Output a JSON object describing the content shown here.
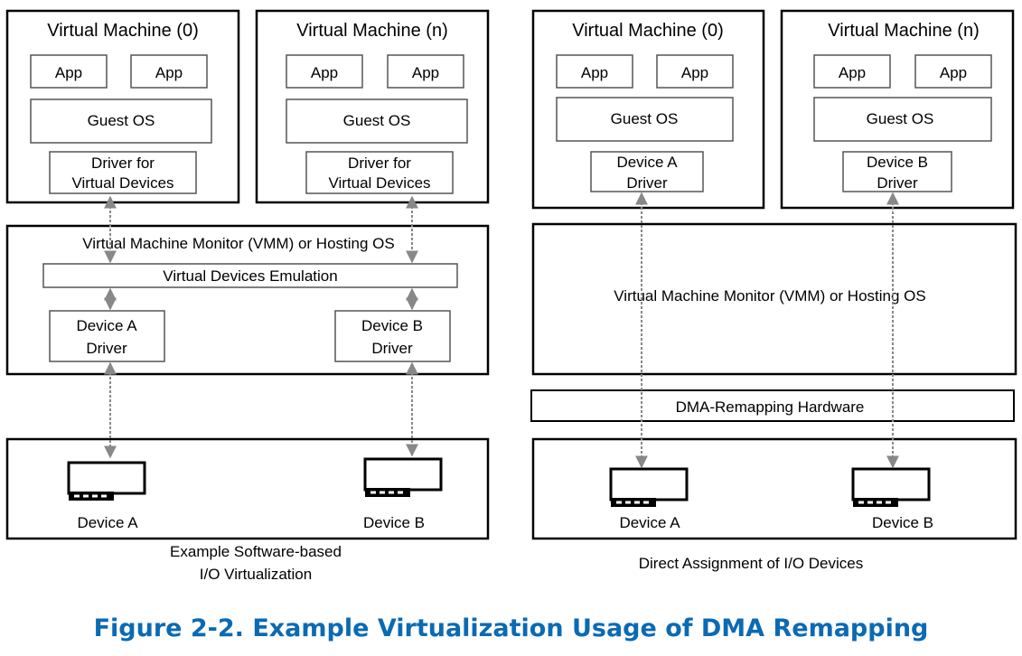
{
  "left_panel": {
    "vm0_title": "Virtual Machine (0)",
    "vmn_title": "Virtual Machine (n)",
    "app_label": "App",
    "guest_os": "Guest OS",
    "driver_line1": "Driver for",
    "driver_line2": "Virtual Devices",
    "vmm_title": "Virtual Machine Monitor (VMM) or Hosting OS",
    "emulation": "Virtual Devices Emulation",
    "device_a_driver_line1": "Device A",
    "device_a_driver_line2": "Driver",
    "device_b_driver_line1": "Device B",
    "device_b_driver_line2": "Driver",
    "device_a": "Device A",
    "device_b": "Device B",
    "caption_line1": "Example Software-based",
    "caption_line2": "I/O Virtualization"
  },
  "right_panel": {
    "vm0_title": "Virtual Machine (0)",
    "vmn_title": "Virtual Machine (n)",
    "app_label": "App",
    "guest_os": "Guest OS",
    "vm0_driver_line1": "Device A",
    "vm0_driver_line2": "Driver",
    "vmn_driver_line1": "Device B",
    "vmn_driver_line2": "Driver",
    "vmm_title": "Virtual Machine Monitor (VMM) or Hosting OS",
    "dma_hw": "DMA-Remapping Hardware",
    "device_a": "Device A",
    "device_b": "Device B",
    "caption": "Direct Assignment of I/O Devices"
  },
  "figure_caption": "Figure 2-2.  Example Virtualization Usage of DMA Remapping",
  "colors": {
    "caption": "#0b6ab3",
    "connector": "#888888"
  }
}
